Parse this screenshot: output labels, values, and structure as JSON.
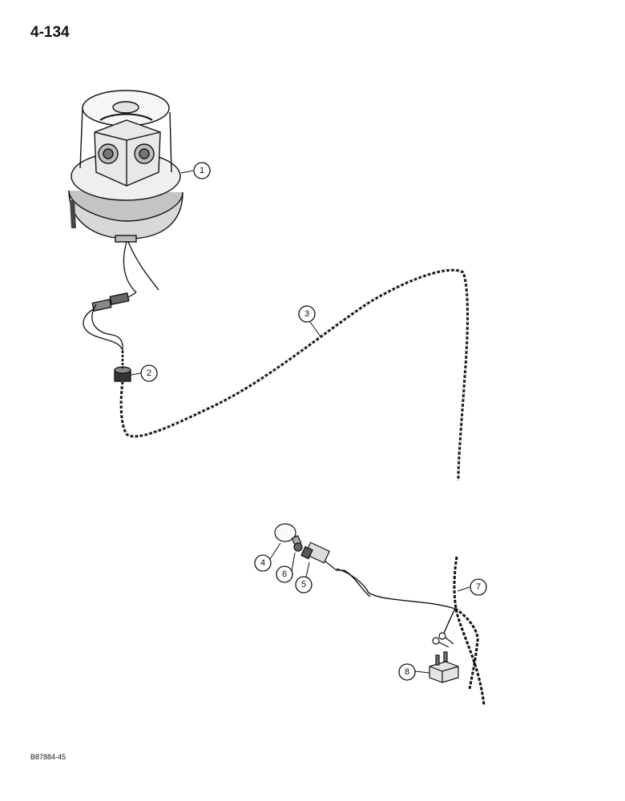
{
  "page": {
    "number": "4-134",
    "figure_code": "B87884-45"
  },
  "callouts": [
    {
      "id": "1",
      "part": "beacon-lamp"
    },
    {
      "id": "2",
      "part": "grommet"
    },
    {
      "id": "3",
      "part": "wiring-harness"
    },
    {
      "id": "4",
      "part": "bulb"
    },
    {
      "id": "5",
      "part": "lamp-switch"
    },
    {
      "id": "6",
      "part": "nut"
    },
    {
      "id": "7",
      "part": "main-harness"
    },
    {
      "id": "8",
      "part": "connector-block"
    }
  ]
}
